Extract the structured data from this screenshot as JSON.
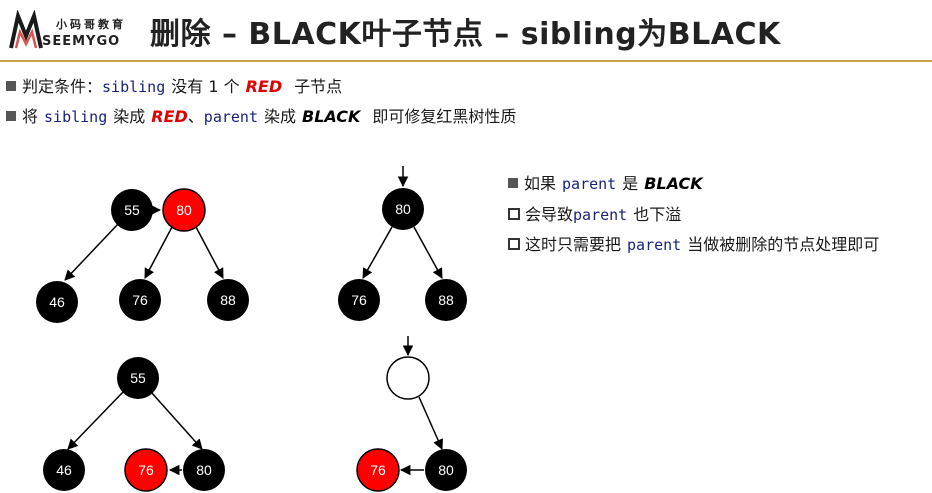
{
  "header": {
    "logo_cn": "小码哥教育",
    "logo_en": "SEEMYGO",
    "title": "删除 – BLACK叶子节点 – sibling为BLACK"
  },
  "bullets": [
    {
      "prefix": "判定条件：",
      "code": "sibling",
      "mid": "没有 1 个",
      "em": "RED",
      "suffix": "子节点"
    },
    {
      "prefix": "将",
      "code": "sibling",
      "mid": "染成",
      "em": "RED",
      "sep": "、",
      "code2": "parent",
      "mid2": "染成",
      "em2": "BLACK",
      "suffix": "即可修复红黑树性质"
    }
  ],
  "side_notes": [
    {
      "prefix": "如果",
      "code": "parent",
      "mid": "是",
      "em": "BLACK"
    },
    {
      "prefix": "会导致",
      "code": "parent",
      "suffix": "也下溢"
    },
    {
      "prefix": "这时只需要把",
      "code": "parent",
      "suffix": "当做被删除的节点处理即可"
    }
  ],
  "colors": {
    "red_node": "#ff0000",
    "black_node": "#000000",
    "accent": "#c9a44a",
    "code": "#1a237e"
  },
  "trees": {
    "top_left": {
      "nodes": [
        {
          "id": "55",
          "label": "55",
          "color": "black"
        },
        {
          "id": "80",
          "label": "80",
          "color": "red"
        },
        {
          "id": "46",
          "label": "46",
          "color": "black"
        },
        {
          "id": "76",
          "label": "76",
          "color": "black"
        },
        {
          "id": "88",
          "label": "88",
          "color": "black"
        }
      ]
    },
    "top_right": {
      "nodes": [
        {
          "id": "80",
          "label": "80",
          "color": "black"
        },
        {
          "id": "76",
          "label": "76",
          "color": "black"
        },
        {
          "id": "88",
          "label": "88",
          "color": "black"
        }
      ]
    },
    "bottom_left": {
      "nodes": [
        {
          "id": "55",
          "label": "55",
          "color": "black"
        },
        {
          "id": "46",
          "label": "46",
          "color": "black"
        },
        {
          "id": "76",
          "label": "76",
          "color": "red"
        },
        {
          "id": "80",
          "label": "80",
          "color": "black"
        }
      ]
    },
    "bottom_right": {
      "nodes": [
        {
          "id": "empty",
          "label": "",
          "color": "white"
        },
        {
          "id": "76",
          "label": "76",
          "color": "red"
        },
        {
          "id": "80",
          "label": "80",
          "color": "black"
        }
      ]
    }
  }
}
